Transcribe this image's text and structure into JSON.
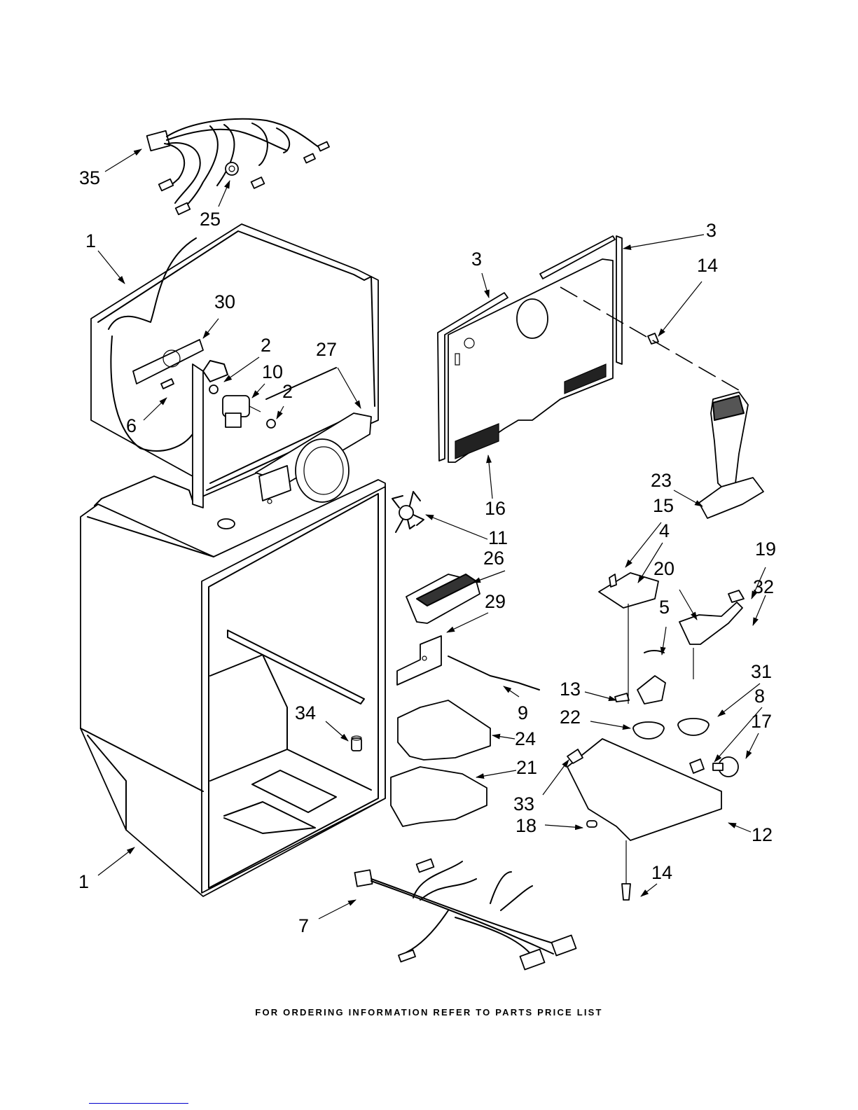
{
  "diagram": {
    "title": "Refrigerator liner exploded parts diagram",
    "footer_note": "FOR ORDERING INFORMATION REFER TO PARTS PRICE LIST",
    "link_color": "#0000cc",
    "callouts": [
      {
        "id": "c35",
        "label": "35",
        "part": "wire-harness-upper"
      },
      {
        "id": "c25",
        "label": "25",
        "part": "harness-grommet"
      },
      {
        "id": "c1a",
        "label": "1",
        "part": "liner-freezer"
      },
      {
        "id": "c30",
        "label": "30",
        "part": "damper-control"
      },
      {
        "id": "c2a",
        "label": "2",
        "part": "grommet"
      },
      {
        "id": "c10",
        "label": "10",
        "part": "evaporator-fan-motor"
      },
      {
        "id": "c2b",
        "label": "2",
        "part": "grommet"
      },
      {
        "id": "c6",
        "label": "6",
        "part": "screw"
      },
      {
        "id": "c27",
        "label": "27",
        "part": "fan-shroud-bracket"
      },
      {
        "id": "c3a",
        "label": "3",
        "part": "seal-strip"
      },
      {
        "id": "c3b",
        "label": "3",
        "part": "seal-strip-frame"
      },
      {
        "id": "c14a",
        "label": "14",
        "part": "screw"
      },
      {
        "id": "c16",
        "label": "16",
        "part": "evaporator-cover"
      },
      {
        "id": "c11",
        "label": "11",
        "part": "fan-blade"
      },
      {
        "id": "c23",
        "label": "23",
        "part": "air-duct"
      },
      {
        "id": "c15",
        "label": "15",
        "part": "screw"
      },
      {
        "id": "c4",
        "label": "4",
        "part": "control-board"
      },
      {
        "id": "c19",
        "label": "19",
        "part": "switch"
      },
      {
        "id": "c20",
        "label": "20",
        "part": "light-socket-bracket"
      },
      {
        "id": "c32",
        "label": "32",
        "part": "wire-jumper"
      },
      {
        "id": "c26",
        "label": "26",
        "part": "control-panel"
      },
      {
        "id": "c29",
        "label": "29",
        "part": "baffle-plate"
      },
      {
        "id": "c5",
        "label": "5",
        "part": "clip"
      },
      {
        "id": "c9",
        "label": "9",
        "part": "sensor-lead"
      },
      {
        "id": "c31",
        "label": "31",
        "part": "grommet-cup"
      },
      {
        "id": "c13",
        "label": "13",
        "part": "thermostat-bracket"
      },
      {
        "id": "c8",
        "label": "8",
        "part": "lamp-socket"
      },
      {
        "id": "c22",
        "label": "22",
        "part": "grommet-cup"
      },
      {
        "id": "c17",
        "label": "17",
        "part": "light-bulb"
      },
      {
        "id": "c34",
        "label": "34",
        "part": "drain-plug"
      },
      {
        "id": "c24",
        "label": "24",
        "part": "cover-upper"
      },
      {
        "id": "c21",
        "label": "21",
        "part": "cover-lower"
      },
      {
        "id": "c33",
        "label": "33",
        "part": "label"
      },
      {
        "id": "c18",
        "label": "18",
        "part": "sensor"
      },
      {
        "id": "c12",
        "label": "12",
        "part": "control-housing"
      },
      {
        "id": "c1b",
        "label": "1",
        "part": "liner-fresh-food"
      },
      {
        "id": "c14b",
        "label": "14",
        "part": "screw"
      },
      {
        "id": "c7",
        "label": "7",
        "part": "wire-harness-lower"
      }
    ]
  }
}
